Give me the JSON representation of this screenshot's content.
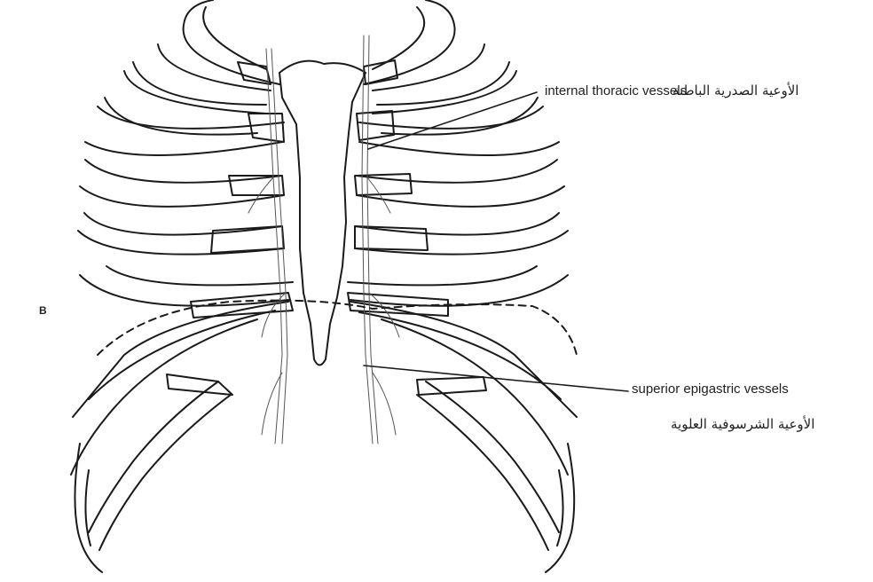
{
  "figure": {
    "panel_letter": "B",
    "labels": {
      "internal_thoracic_en": "internal thoracic vessels",
      "internal_thoracic_ar": "الأوعية الصدرية الباطنة",
      "superior_epigastric_en": "superior epigastric vessels",
      "superior_epigastric_ar": "الأوعية الشرسوفية العلوية"
    },
    "colors": {
      "line": "#1a1a1a",
      "vessel": "#555555",
      "background": "#ffffff"
    }
  }
}
